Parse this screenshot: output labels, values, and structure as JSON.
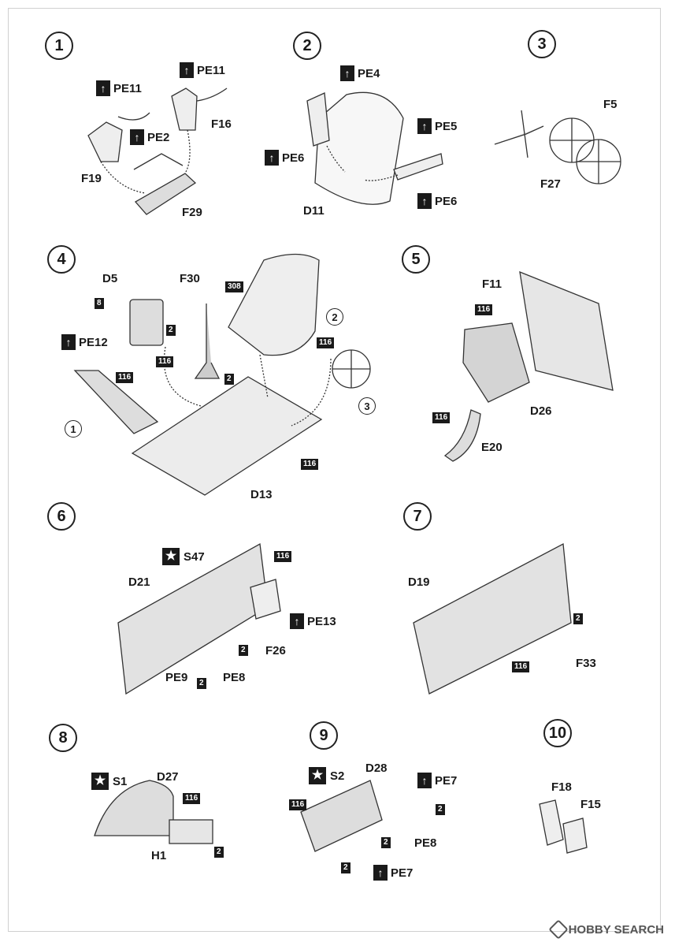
{
  "steps": [
    {
      "num": "1"
    },
    {
      "num": "2"
    },
    {
      "num": "3"
    },
    {
      "num": "4"
    },
    {
      "num": "5"
    },
    {
      "num": "6"
    },
    {
      "num": "7"
    },
    {
      "num": "8"
    },
    {
      "num": "9"
    },
    {
      "num": "10"
    }
  ],
  "labels": {
    "s1": {
      "pe11a": "PE11",
      "pe11b": "PE11",
      "pe2": "PE2",
      "f16": "F16",
      "f19": "F19",
      "f29": "F29"
    },
    "s2": {
      "pe4": "PE4",
      "pe5": "PE5",
      "pe6a": "PE6",
      "pe6b": "PE6",
      "d11": "D11"
    },
    "s3": {
      "f5": "F5",
      "f27": "F27"
    },
    "s4": {
      "d5": "D5",
      "f30": "F30",
      "pe12": "PE12",
      "d13": "D13",
      "c308": "308",
      "c8": "8",
      "c2a": "2",
      "c116a": "116",
      "c2b": "2",
      "c116b": "116",
      "c116c": "116",
      "c116d": "116",
      "r2": "2",
      "r3": "3",
      "r1": "1"
    },
    "s5": {
      "f11": "F11",
      "d26": "D26",
      "e20": "E20",
      "c116a": "116",
      "c116b": "116"
    },
    "s6": {
      "s47": "S47",
      "d21": "D21",
      "pe13": "PE13",
      "f26": "F26",
      "pe9": "PE9",
      "pe8": "PE8",
      "c116": "116",
      "c2a": "2",
      "c2b": "2"
    },
    "s7": {
      "d19": "D19",
      "f33": "F33",
      "c2": "2",
      "c116": "116"
    },
    "s8": {
      "s1": "S1",
      "d27": "D27",
      "h1": "H1",
      "c116": "116",
      "c2": "2"
    },
    "s9": {
      "s2": "S2",
      "d28": "D28",
      "pe7a": "PE7",
      "pe7b": "PE7",
      "pe8": "PE8",
      "c116": "116",
      "c2a": "2",
      "c2b": "2",
      "c2c": "2"
    },
    "s10": {
      "f18": "F18",
      "f15": "F15"
    }
  },
  "icons": {
    "pe_marker": "arrow-up-icon",
    "decal_marker": "star-icon"
  },
  "watermark": {
    "text": "HOBBY SEARCH"
  }
}
